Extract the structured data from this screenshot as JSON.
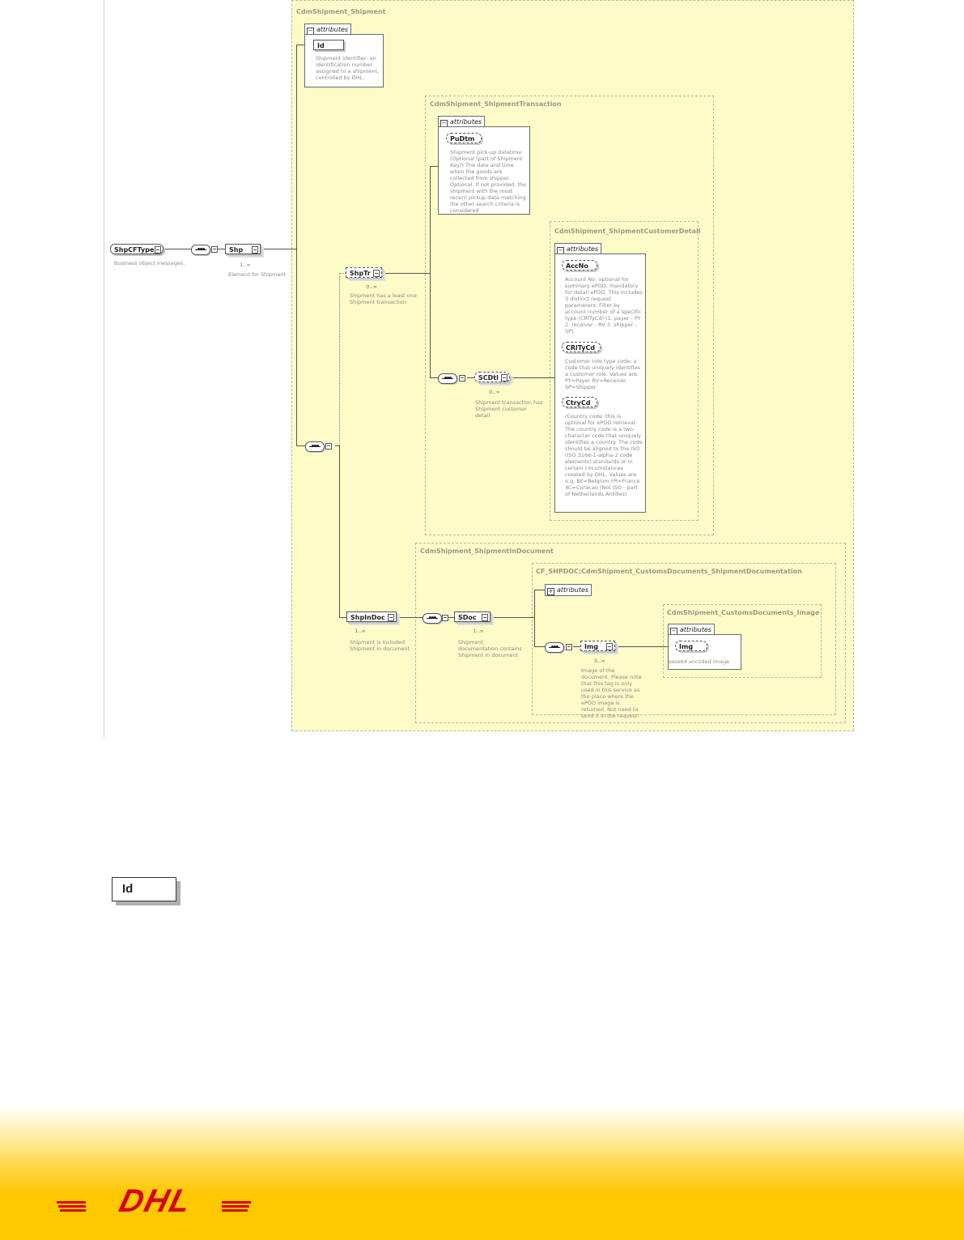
{
  "root": {
    "name": "ShpCFType",
    "desc": "Business object messages."
  },
  "shp": {
    "name": "Shp",
    "card": "1..∞",
    "desc": "Element for Shipment"
  },
  "shipment_group": {
    "title": "CdmShipment_Shipment",
    "attributes_label": "attributes",
    "id": {
      "name": "Id",
      "desc": "Shipment identifier: an identification number assigned to a shipment, controlled by DHL."
    }
  },
  "transaction_group": {
    "title": "CdmShipment_ShipmentTransaction",
    "attributes_label": "attributes",
    "pudtm": {
      "name": "PuDtm",
      "desc": "Shipment pick-up datetime (Optional (part of Shipment Key)) The date and time when the goods are collected from shipper. Optional. If not provided, the shipment with the most recent pickup data matching the other search criteria is considered"
    }
  },
  "shptr": {
    "name": "ShpTr",
    "card": "0..∞",
    "desc": "Shipment has a least one Shipment transaction"
  },
  "customer_group": {
    "title": "CdmShipment_ShipmentCustomerDetail",
    "attributes_label": "attributes",
    "accno": {
      "name": "AccNo",
      "desc": "Account No: optional for summary ePOD, mandatory for detail ePOD. This includes 3 distinct request parameters: Filter by account number of a specific type (CRlTyCd) (1. payer - PY 2. receiver - RV 3. shipper - SP)."
    },
    "crltycd": {
      "name": "CRlTyCd",
      "desc": "Customer role type code: a code that uniquely identifies a customer role. Values are: PY=Payer RV=Receiver SP=Shipper"
    },
    "ctrycd": {
      "name": "CtryCd",
      "desc": "/Country code: this is optional for ePOD retrieval. The country code is a two-character code that uniquely identifies a country. The code should be aligned to the ISO (ISO 3166-1-alpha-2 code elements) standards or in certain circumstances created by DHL. Values are e.g. BE=Belgium FR=France XC=Curacao (Not ISO - part of Netherlands Antilles)"
    }
  },
  "scdtl": {
    "name": "SCDtl",
    "card": "0..∞",
    "desc": "Shipment transaction has Shipment customer detail"
  },
  "indoc_group": {
    "title": "CdmShipment_ShipmentInDocument"
  },
  "shpindoc": {
    "name": "ShpInDoc",
    "card": "1..∞",
    "desc": "Shipment is included Shipment in document"
  },
  "sdoc": {
    "name": "SDoc",
    "card": "1..∞",
    "desc": "Shipment documentation contains Shipment in document"
  },
  "customs_group": {
    "title": "CF_SHPDOC:CdmShipment_CustomsDocuments_ShipmentDocumentation",
    "attributes_label": "attributes"
  },
  "img": {
    "name": "Img",
    "card": "0..∞",
    "desc": "Image of the document. Please note that this tag is only used in this service as the place where the ePOD image is returned. Not need to send it in the request."
  },
  "image_group": {
    "title": "CdmShipment_CustomsDocuments_Image",
    "attributes_label": "attributes",
    "img_attr": {
      "name": "Img",
      "desc": "base64 encoded image"
    }
  },
  "detail": {
    "id_label": "Id"
  },
  "footer": {
    "logo_text": "DHL",
    "brand_red": "#d40511",
    "brand_yellow": "#ffcc00"
  }
}
